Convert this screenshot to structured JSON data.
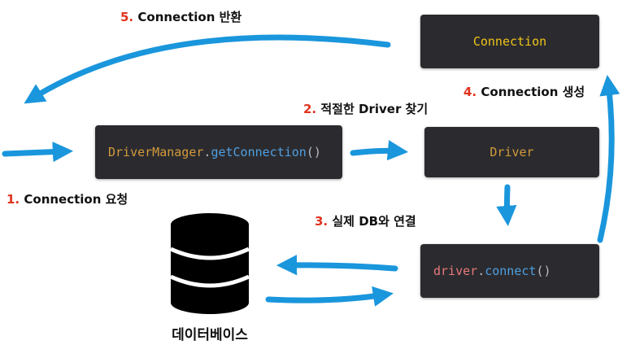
{
  "colors": {
    "arrow": "#1a96dc",
    "box_bg": "#2b2b2f",
    "step_number": "#e0321f"
  },
  "boxes": {
    "connection": {
      "text": "Connection"
    },
    "driver_manager": {
      "class": "DriverManager",
      "dot": ".",
      "method": "getConnection",
      "parens": "()"
    },
    "driver": {
      "text": "Driver"
    },
    "driver_connect": {
      "object": "driver",
      "dot": ".",
      "method": "connect",
      "parens": "()"
    }
  },
  "steps": [
    {
      "num": "1.",
      "text": "Connection 요청"
    },
    {
      "num": "2.",
      "text": "적절한 Driver 찾기"
    },
    {
      "num": "3.",
      "text": "실제 DB와 연결"
    },
    {
      "num": "4.",
      "text": "Connection 생성"
    },
    {
      "num": "5.",
      "text": "Connection 반환"
    }
  ],
  "database": {
    "icon": "database-icon",
    "label": "데이터베이스"
  }
}
